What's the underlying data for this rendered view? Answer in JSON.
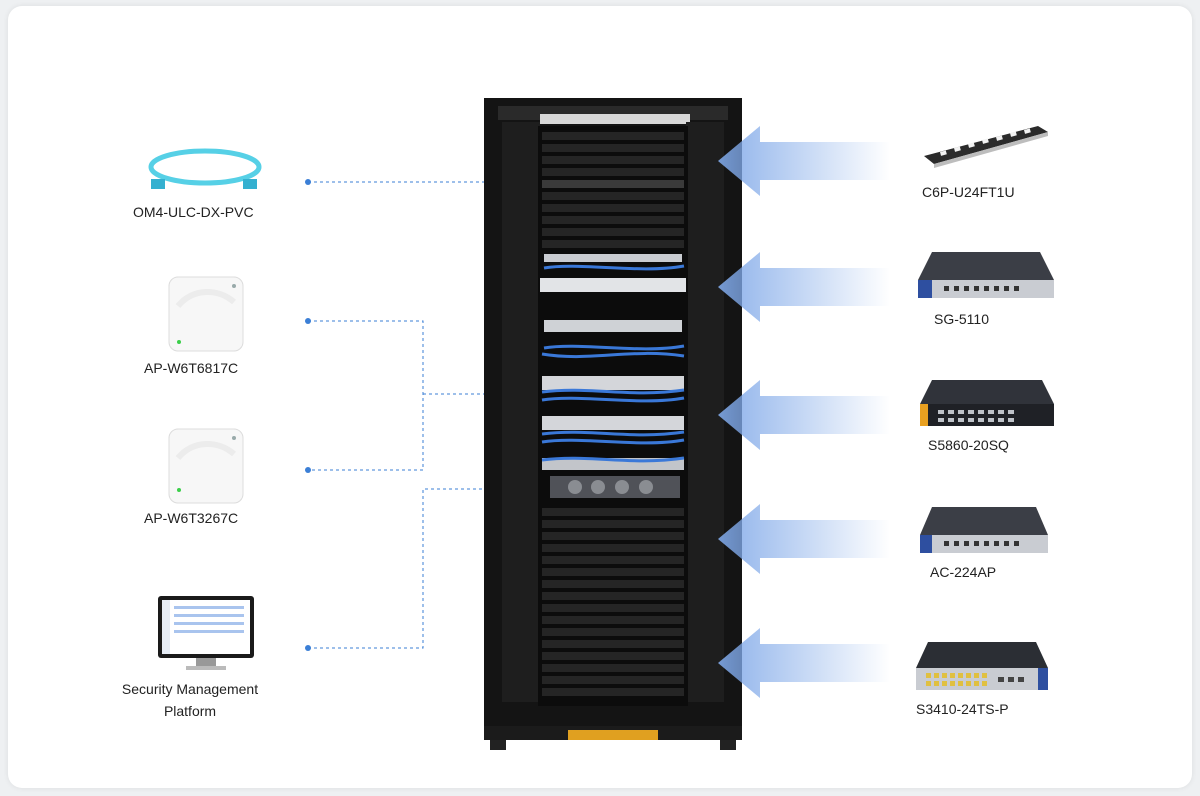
{
  "left_devices": [
    {
      "name": "OM4-ULC-DX-PVC",
      "icon": "fiber-patch-cable-icon"
    },
    {
      "name": "AP-W6T6817C",
      "icon": "access-point-icon"
    },
    {
      "name": "AP-W6T3267C",
      "icon": "access-point-icon"
    },
    {
      "name_line1": "Security Management",
      "name_line2": "Platform",
      "icon": "monitor-icon"
    }
  ],
  "right_devices": [
    {
      "name": "C6P-U24FT1U",
      "icon": "patch-panel-icon"
    },
    {
      "name": "SG-5110",
      "icon": "security-gateway-icon"
    },
    {
      "name": "S5860-20SQ",
      "icon": "switch-icon"
    },
    {
      "name": "AC-224AP",
      "icon": "wireless-controller-icon"
    },
    {
      "name": "S3410-24TS-P",
      "icon": "poe-switch-icon"
    }
  ],
  "center": {
    "icon": "server-rack-icon"
  },
  "colors": {
    "connector": "#3b7fd6",
    "arrow": "#7fa8e8",
    "rack": "#111111",
    "cable": "#3a78d8"
  }
}
